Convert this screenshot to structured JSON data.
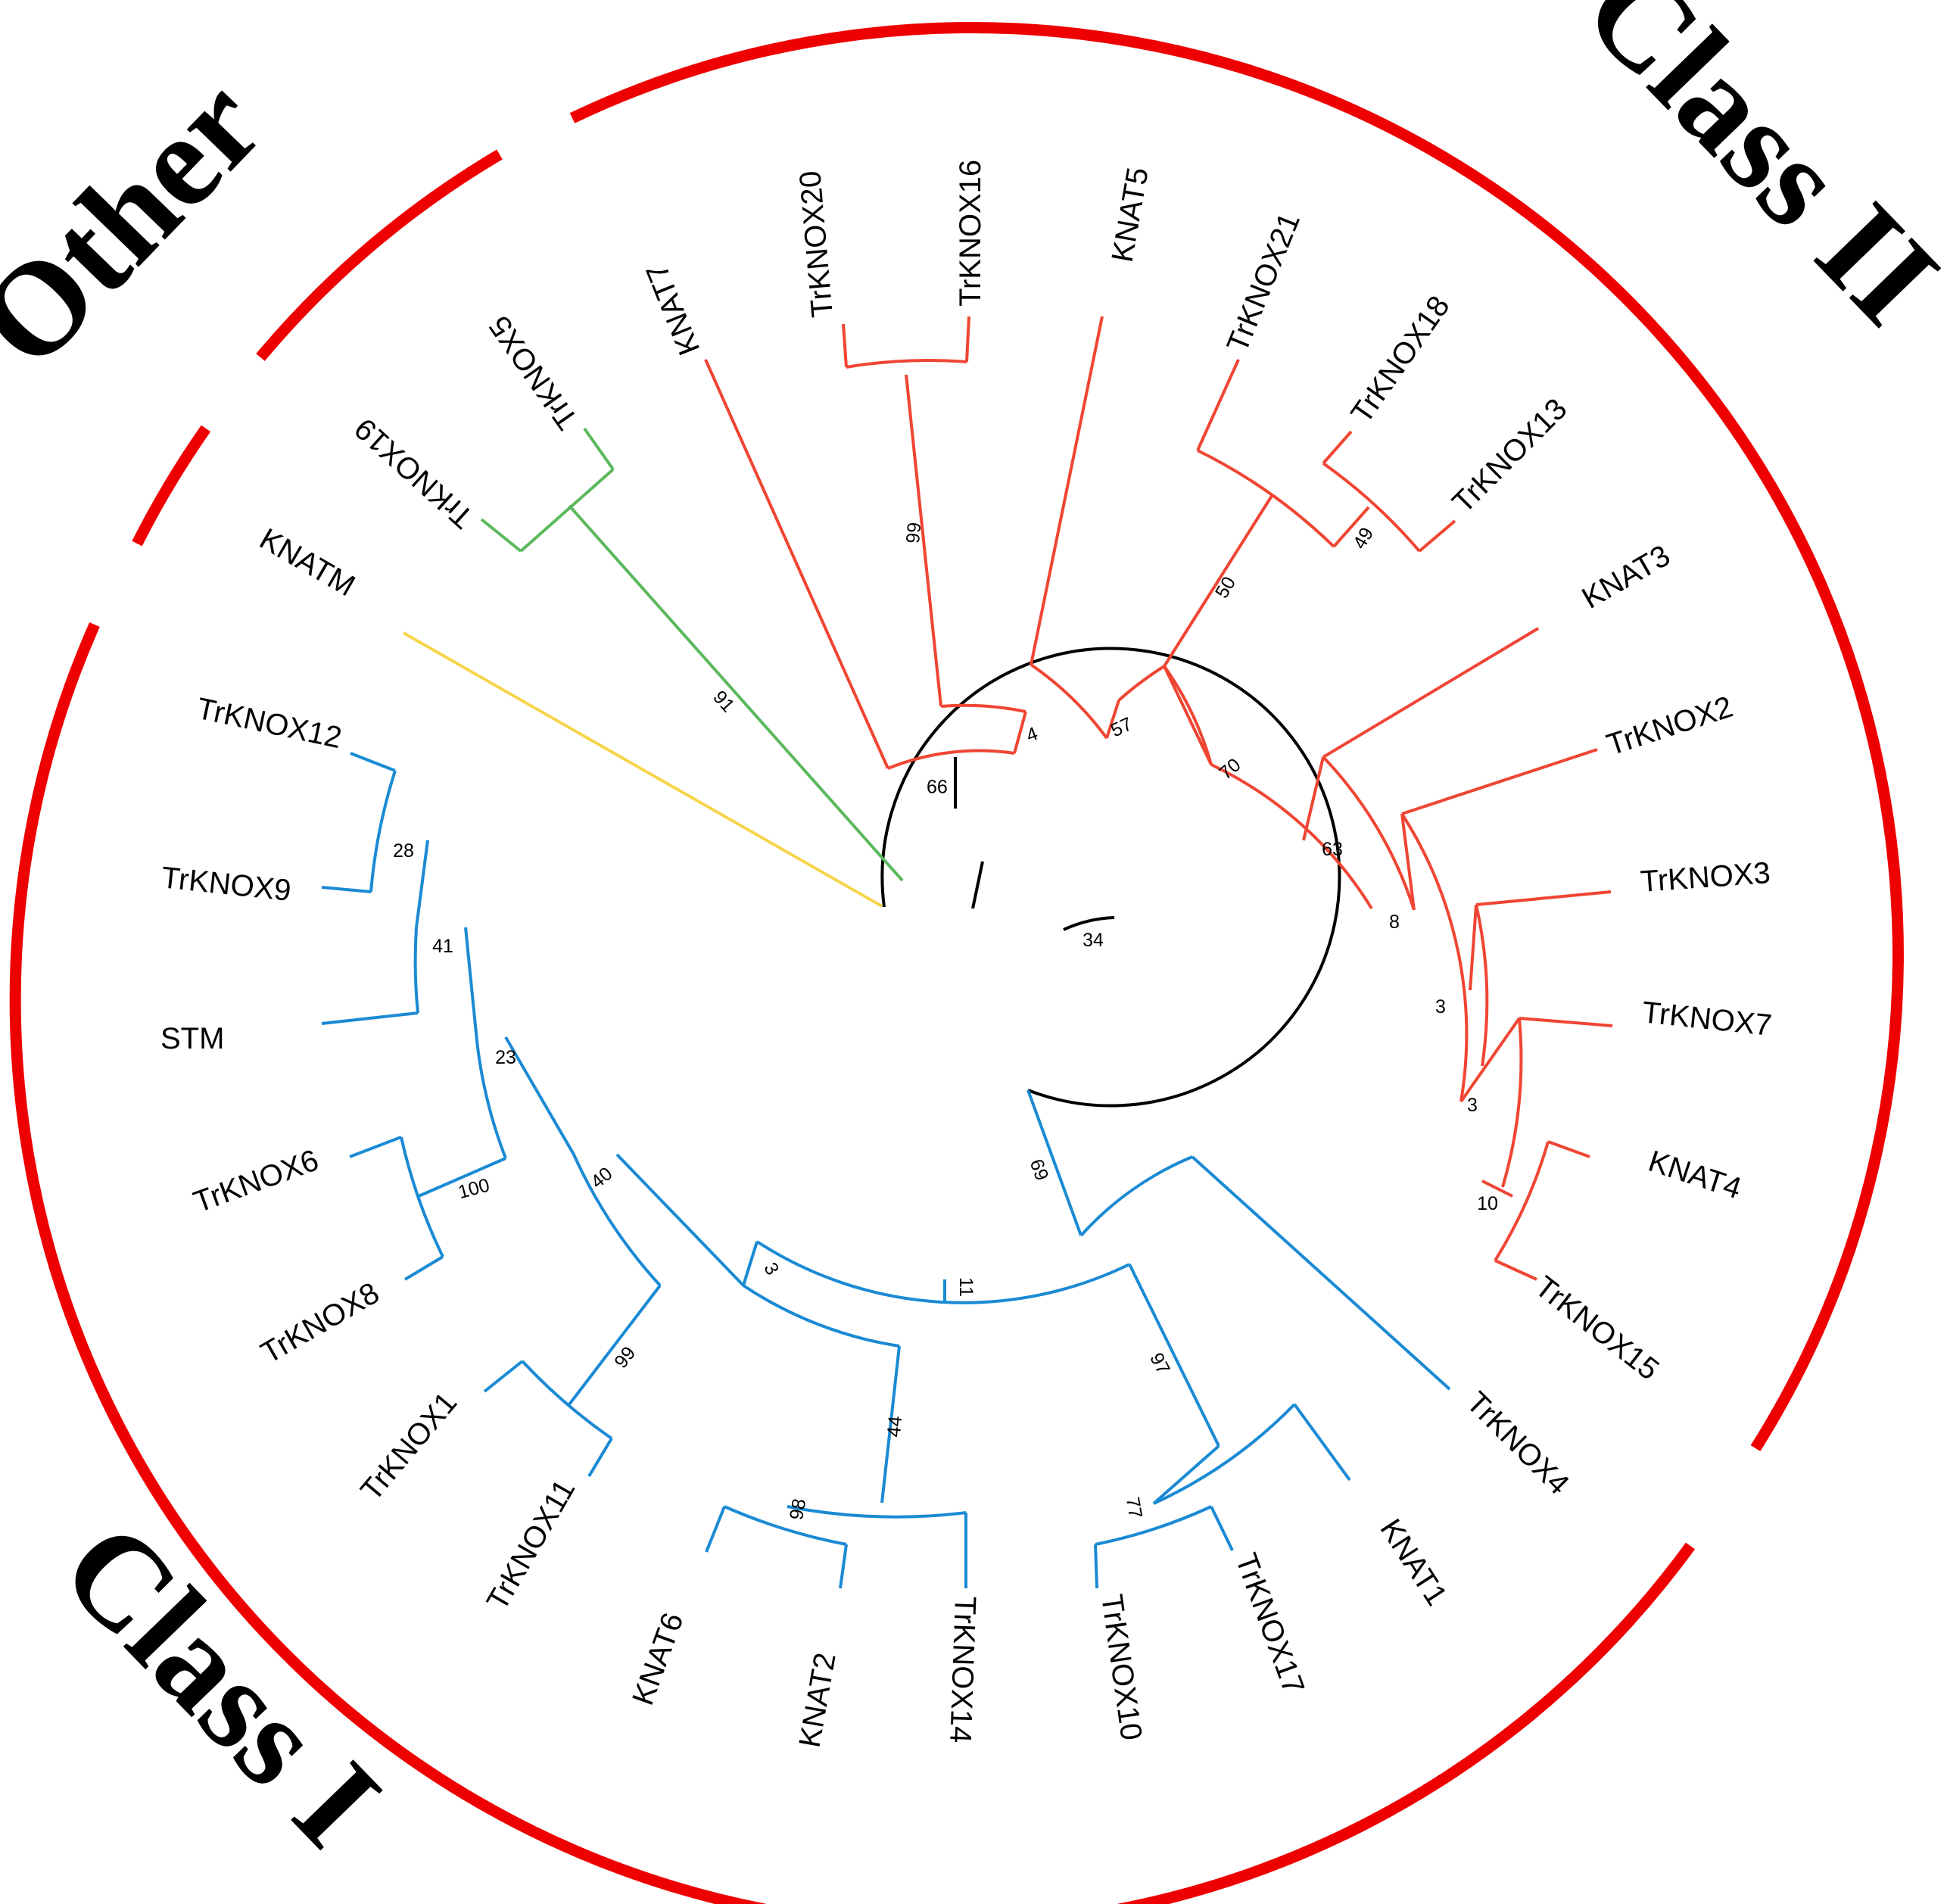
{
  "class_labels": {
    "class_ii": "Class II",
    "class_i": "Class I",
    "other": "Other"
  },
  "colors": {
    "class_ii": "#f04533",
    "class_i": "#1a8ad4",
    "other": "#5cb85c",
    "knatm": "#f7d54a",
    "root": "#000000",
    "arc": "#ee0000"
  },
  "leaves": [
    {
      "id": "TrKNOX5",
      "clade": "other"
    },
    {
      "id": "TrKNOX19",
      "clade": "other"
    },
    {
      "id": "KNATM",
      "clade": "knatm"
    },
    {
      "id": "KNAT7",
      "clade": "class_ii"
    },
    {
      "id": "TrKNOX20",
      "clade": "class_ii"
    },
    {
      "id": "TrKNOX16",
      "clade": "class_ii"
    },
    {
      "id": "KNAT5",
      "clade": "class_ii"
    },
    {
      "id": "TrKNOX21",
      "clade": "class_ii"
    },
    {
      "id": "TrKNOX18",
      "clade": "class_ii"
    },
    {
      "id": "TrKNOX13",
      "clade": "class_ii"
    },
    {
      "id": "KNAT3",
      "clade": "class_ii"
    },
    {
      "id": "TrKNOX2",
      "clade": "class_ii"
    },
    {
      "id": "TrKNOX3",
      "clade": "class_ii"
    },
    {
      "id": "TrKNOX7",
      "clade": "class_ii"
    },
    {
      "id": "KNAT4",
      "clade": "class_ii"
    },
    {
      "id": "TrKNOX15",
      "clade": "class_ii"
    },
    {
      "id": "TrKNOX4",
      "clade": "class_i"
    },
    {
      "id": "KNAT1",
      "clade": "class_i"
    },
    {
      "id": "TrKNOX17",
      "clade": "class_i"
    },
    {
      "id": "TrKNOX10",
      "clade": "class_i"
    },
    {
      "id": "TrKNOX14",
      "clade": "class_i"
    },
    {
      "id": "KNAT2",
      "clade": "class_i"
    },
    {
      "id": "KNAT6",
      "clade": "class_i"
    },
    {
      "id": "TrKNOX11",
      "clade": "class_i"
    },
    {
      "id": "TrKNOX1",
      "clade": "class_i"
    },
    {
      "id": "TrKNOX8",
      "clade": "class_i"
    },
    {
      "id": "TrKNOX6",
      "clade": "class_i"
    },
    {
      "id": "STM",
      "clade": "class_i"
    },
    {
      "id": "TrKNOX9",
      "clade": "class_i"
    },
    {
      "id": "TrKNOX12",
      "clade": "class_i"
    }
  ],
  "bootstrap": [
    "91",
    "99",
    "66",
    "4",
    "57",
    "50",
    "49",
    "70",
    "63",
    "8",
    "3",
    "3",
    "10",
    "34",
    "69",
    "11",
    "97",
    "77",
    "3",
    "44",
    "98",
    "40",
    "99",
    "23",
    "100",
    "41",
    "28"
  ]
}
